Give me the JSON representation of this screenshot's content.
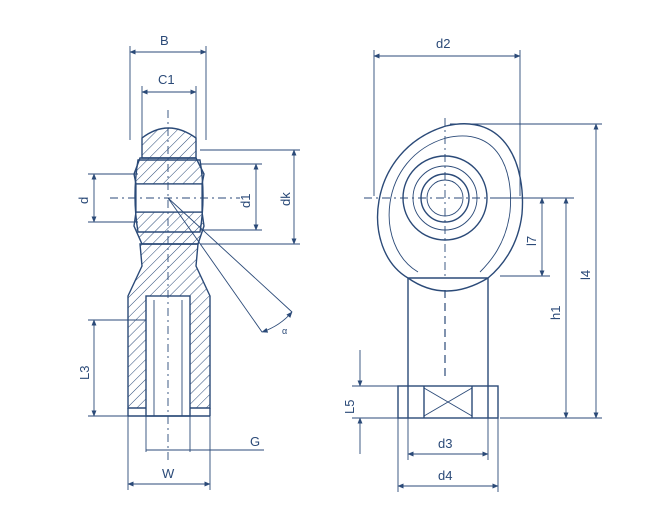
{
  "colors": {
    "line": "#2b4a78",
    "background": "#ffffff"
  },
  "side_view_labels": {
    "B": "B",
    "C1": "C1",
    "d": "d",
    "d1": "d1",
    "dk": "dk",
    "alpha": "α",
    "L3": "L3",
    "G": "G",
    "W": "W"
  },
  "front_view_labels": {
    "d2": "d2",
    "l7": "l7",
    "h1": "h1",
    "l4": "l4",
    "L5": "L5",
    "d3": "d3",
    "d4": "d4"
  }
}
